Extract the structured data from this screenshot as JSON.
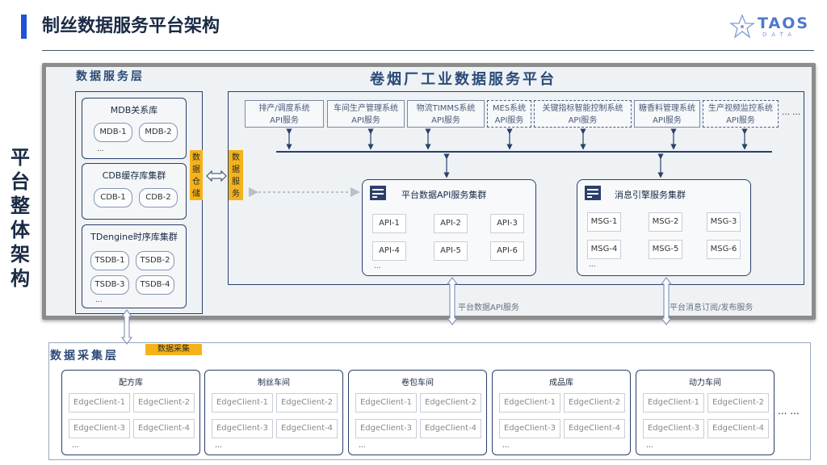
{
  "title": "制丝数据服务平台架构",
  "logo": {
    "brand": "TAOS",
    "sub": "DATA"
  },
  "side_title": "平台整体架构",
  "service_layer": {
    "label": "数据服务层",
    "platform_title": "卷烟厂工业数据服务平台",
    "warehouse_label": "数据仓储",
    "service_label": "数据服务",
    "mdb": {
      "title": "MDB关系库",
      "nodes": [
        "MDB-1",
        "MDB-2"
      ],
      "more": "..."
    },
    "cdb": {
      "title": "CDB缓存库集群",
      "nodes": [
        "CDB-1",
        "CDB-2"
      ],
      "more": ""
    },
    "tdengine": {
      "title": "TDengine时序库集群",
      "nodes": [
        "TSDB-1",
        "TSDB-2",
        "TSDB-3",
        "TSDB-4"
      ],
      "more": "..."
    },
    "systems": [
      {
        "name": "排产/调度系统",
        "api": "API服务"
      },
      {
        "name": "车间生产管理系统",
        "api": "API服务"
      },
      {
        "name": "物流TIMMS系统",
        "api": "API服务"
      },
      {
        "name": "MES系统",
        "api": "API服务"
      },
      {
        "name": "关键指标智能控制系统",
        "api": "API服务"
      },
      {
        "name": "糖香料管理系统",
        "api": "API服务"
      },
      {
        "name": "生产视频监控系统",
        "api": "API服务"
      }
    ],
    "systems_more": "… …",
    "api_cluster": {
      "title": "平台数据API服务集群",
      "nodes": [
        "API-1",
        "API-2",
        "API-3",
        "API-4",
        "API-5",
        "API-6"
      ],
      "more": "..."
    },
    "msg_cluster": {
      "title": "消息引擎服务集群",
      "nodes": [
        "MSG-1",
        "MSG-2",
        "MSG-3",
        "MSG-4",
        "MSG-5",
        "MSG-6"
      ],
      "more": "..."
    },
    "api_link_label": "平台数据API服务",
    "msg_link_label": "平台消息订阅/发布服务"
  },
  "collect_layer": {
    "label": "数据采集层",
    "tag": "数据采集",
    "workshops": [
      {
        "name": "配方库",
        "clients": [
          "EdgeClient-1",
          "EdgeClient-2",
          "EdgeClient-3",
          "EdgeClient-4"
        ],
        "more": "..."
      },
      {
        "name": "制丝车间",
        "clients": [
          "EdgeClient-1",
          "EdgeClient-2",
          "EdgeClient-3",
          "EdgeClient-4"
        ],
        "more": "..."
      },
      {
        "name": "卷包车间",
        "clients": [
          "EdgeClient-1",
          "EdgeClient-2",
          "EdgeClient-3",
          "EdgeClient-4"
        ],
        "more": "..."
      },
      {
        "name": "成品库",
        "clients": [
          "EdgeClient-1",
          "EdgeClient-2",
          "EdgeClient-3",
          "EdgeClient-4"
        ],
        "more": "..."
      },
      {
        "name": "动力车间",
        "clients": [
          "EdgeClient-1",
          "EdgeClient-2",
          "EdgeClient-3",
          "EdgeClient-4"
        ],
        "more": "..."
      }
    ],
    "more": "... ..."
  },
  "colors": {
    "accent": "#1f53d6",
    "yellow": "#f5b31a",
    "border": "#2b3f6a"
  }
}
